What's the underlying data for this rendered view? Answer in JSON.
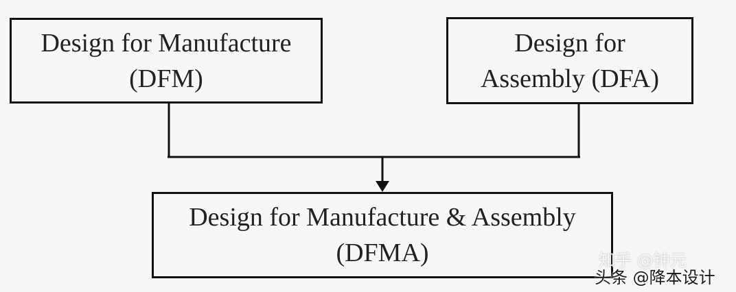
{
  "diagram": {
    "boxes": {
      "dfm": {
        "line1": "Design for Manufacture",
        "line2": "(DFM)"
      },
      "dfa": {
        "line1": "Design for",
        "line2": "Assembly (DFA)"
      },
      "dfma": {
        "line1": "Design for Manufacture & Assembly",
        "line2": "(DFMA)"
      }
    }
  },
  "watermarks": {
    "zhihu": "知乎 @钟元",
    "toutiao": "头条 @降本设计"
  },
  "colors": {
    "background": "#f7f7f7",
    "stroke": "#111111",
    "text": "#222222"
  }
}
